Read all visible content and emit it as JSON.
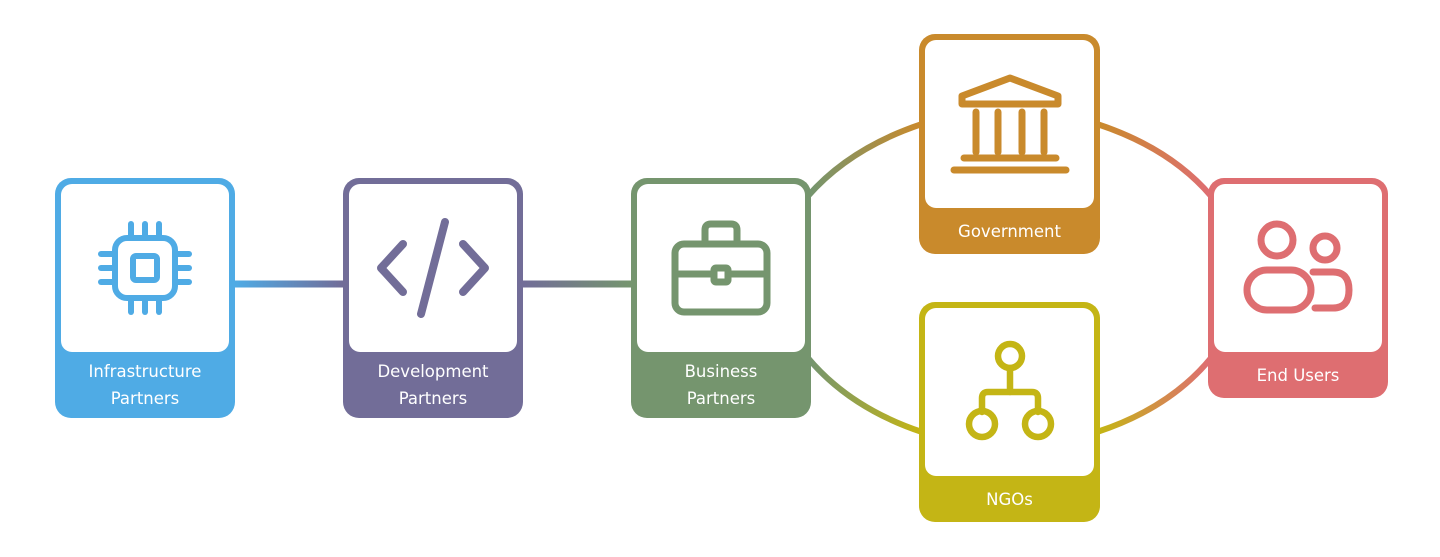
{
  "nodes": {
    "infrastructure": {
      "label": "Infrastructure\nPartners",
      "color": "#4FABE5",
      "icon": "cpu-chip-icon"
    },
    "development": {
      "label": "Development\nPartners",
      "color": "#726D98",
      "icon": "code-icon"
    },
    "business": {
      "label": "Business\nPartners",
      "color": "#75956E",
      "icon": "briefcase-icon"
    },
    "government": {
      "label": "Government",
      "color": "#C98A2C",
      "icon": "bank-building-icon"
    },
    "ngos": {
      "label": "NGOs",
      "color": "#C4B515",
      "icon": "hierarchy-network-icon"
    },
    "end_users": {
      "label": "End Users",
      "color": "#DE6E71",
      "icon": "users-group-icon"
    }
  }
}
